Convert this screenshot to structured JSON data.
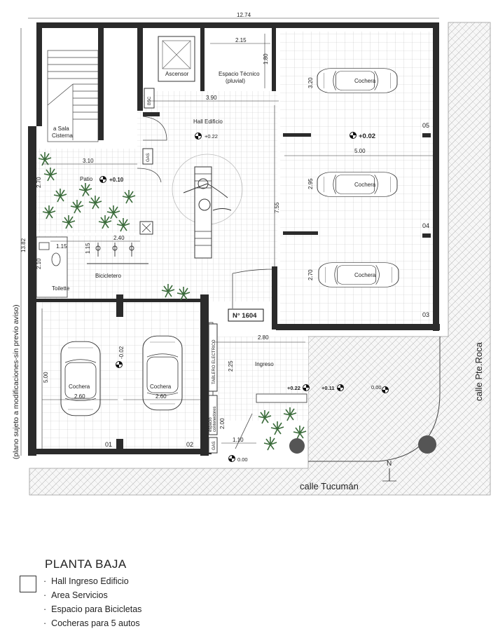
{
  "plan": {
    "dimensions": {
      "total_width": "12.74",
      "total_depth": "13.82",
      "espacio_tecnico_width": "2.15",
      "espacio_tecnico_depth": "1.80",
      "hall_width": "3.90",
      "patio_width": "3.10",
      "patio_depth": "2.70",
      "bicicletero_width": "2.40",
      "toilette_width": "1.15",
      "toilette_depth": "2.10",
      "bicicletero_depth": "1.15",
      "cochera_top_depth": "3.20",
      "cochera_side_width": "5.00",
      "cochera_middle_depth": "2.95",
      "cochera_bottom_depth": "2.70",
      "hall_depth": "7.55",
      "ingreso_width": "2.80",
      "ingreso_depth": "2.25",
      "contenedores_depth": "2.00",
      "door_width": "1.10",
      "cochera_lower_depth": "5.00",
      "cochera_01_width": "2.60",
      "cochera_02_width": "2.60"
    },
    "rooms": {
      "ascensor": "Ascensor",
      "espacio_tecnico_line1": "Espacio Técnico",
      "espacio_tecnico_line2": "(pluvial)",
      "bsc": "BSC",
      "hall": "Hall Edificio",
      "sala_cisterna_line1": "a Sala",
      "sala_cisterna_line2": "Cisterna",
      "gas_upper": "GAS",
      "patio": "Patio",
      "bicicletero": "Bicicletero",
      "toilette": "Toilette",
      "ingreso": "Ingreso",
      "tablero": "TABLERO ELECTRICO",
      "contenedores_line1": "espacio",
      "contenedores_line2": "contenedores",
      "gas_lower": "GAS",
      "cochera": "Cochera"
    },
    "levels": {
      "hall": "+0.22",
      "patio": "+0.10",
      "cocheras_side": "+0.02",
      "cocheras_front": "-0.02",
      "ingreso_inner": "+0.22",
      "ingreso_mid": "+0.11",
      "sidewalk": "0.00",
      "entrance": "0.00"
    },
    "parking_numbers": [
      "01",
      "02",
      "03",
      "04",
      "05"
    ],
    "street_number": "N° 1604",
    "street_south": "calle Tucumán",
    "street_east": "calle Pte.Roca",
    "north": "N",
    "side_note": "(plano sujeto a modificaciones-sin previo aviso)"
  },
  "legend": {
    "title": "PLANTA BAJA",
    "items": [
      "Hall Ingreso Edificio",
      "Area Servicios",
      "Espacio para Bicicletas",
      "Cocheras para 5 autos"
    ]
  }
}
